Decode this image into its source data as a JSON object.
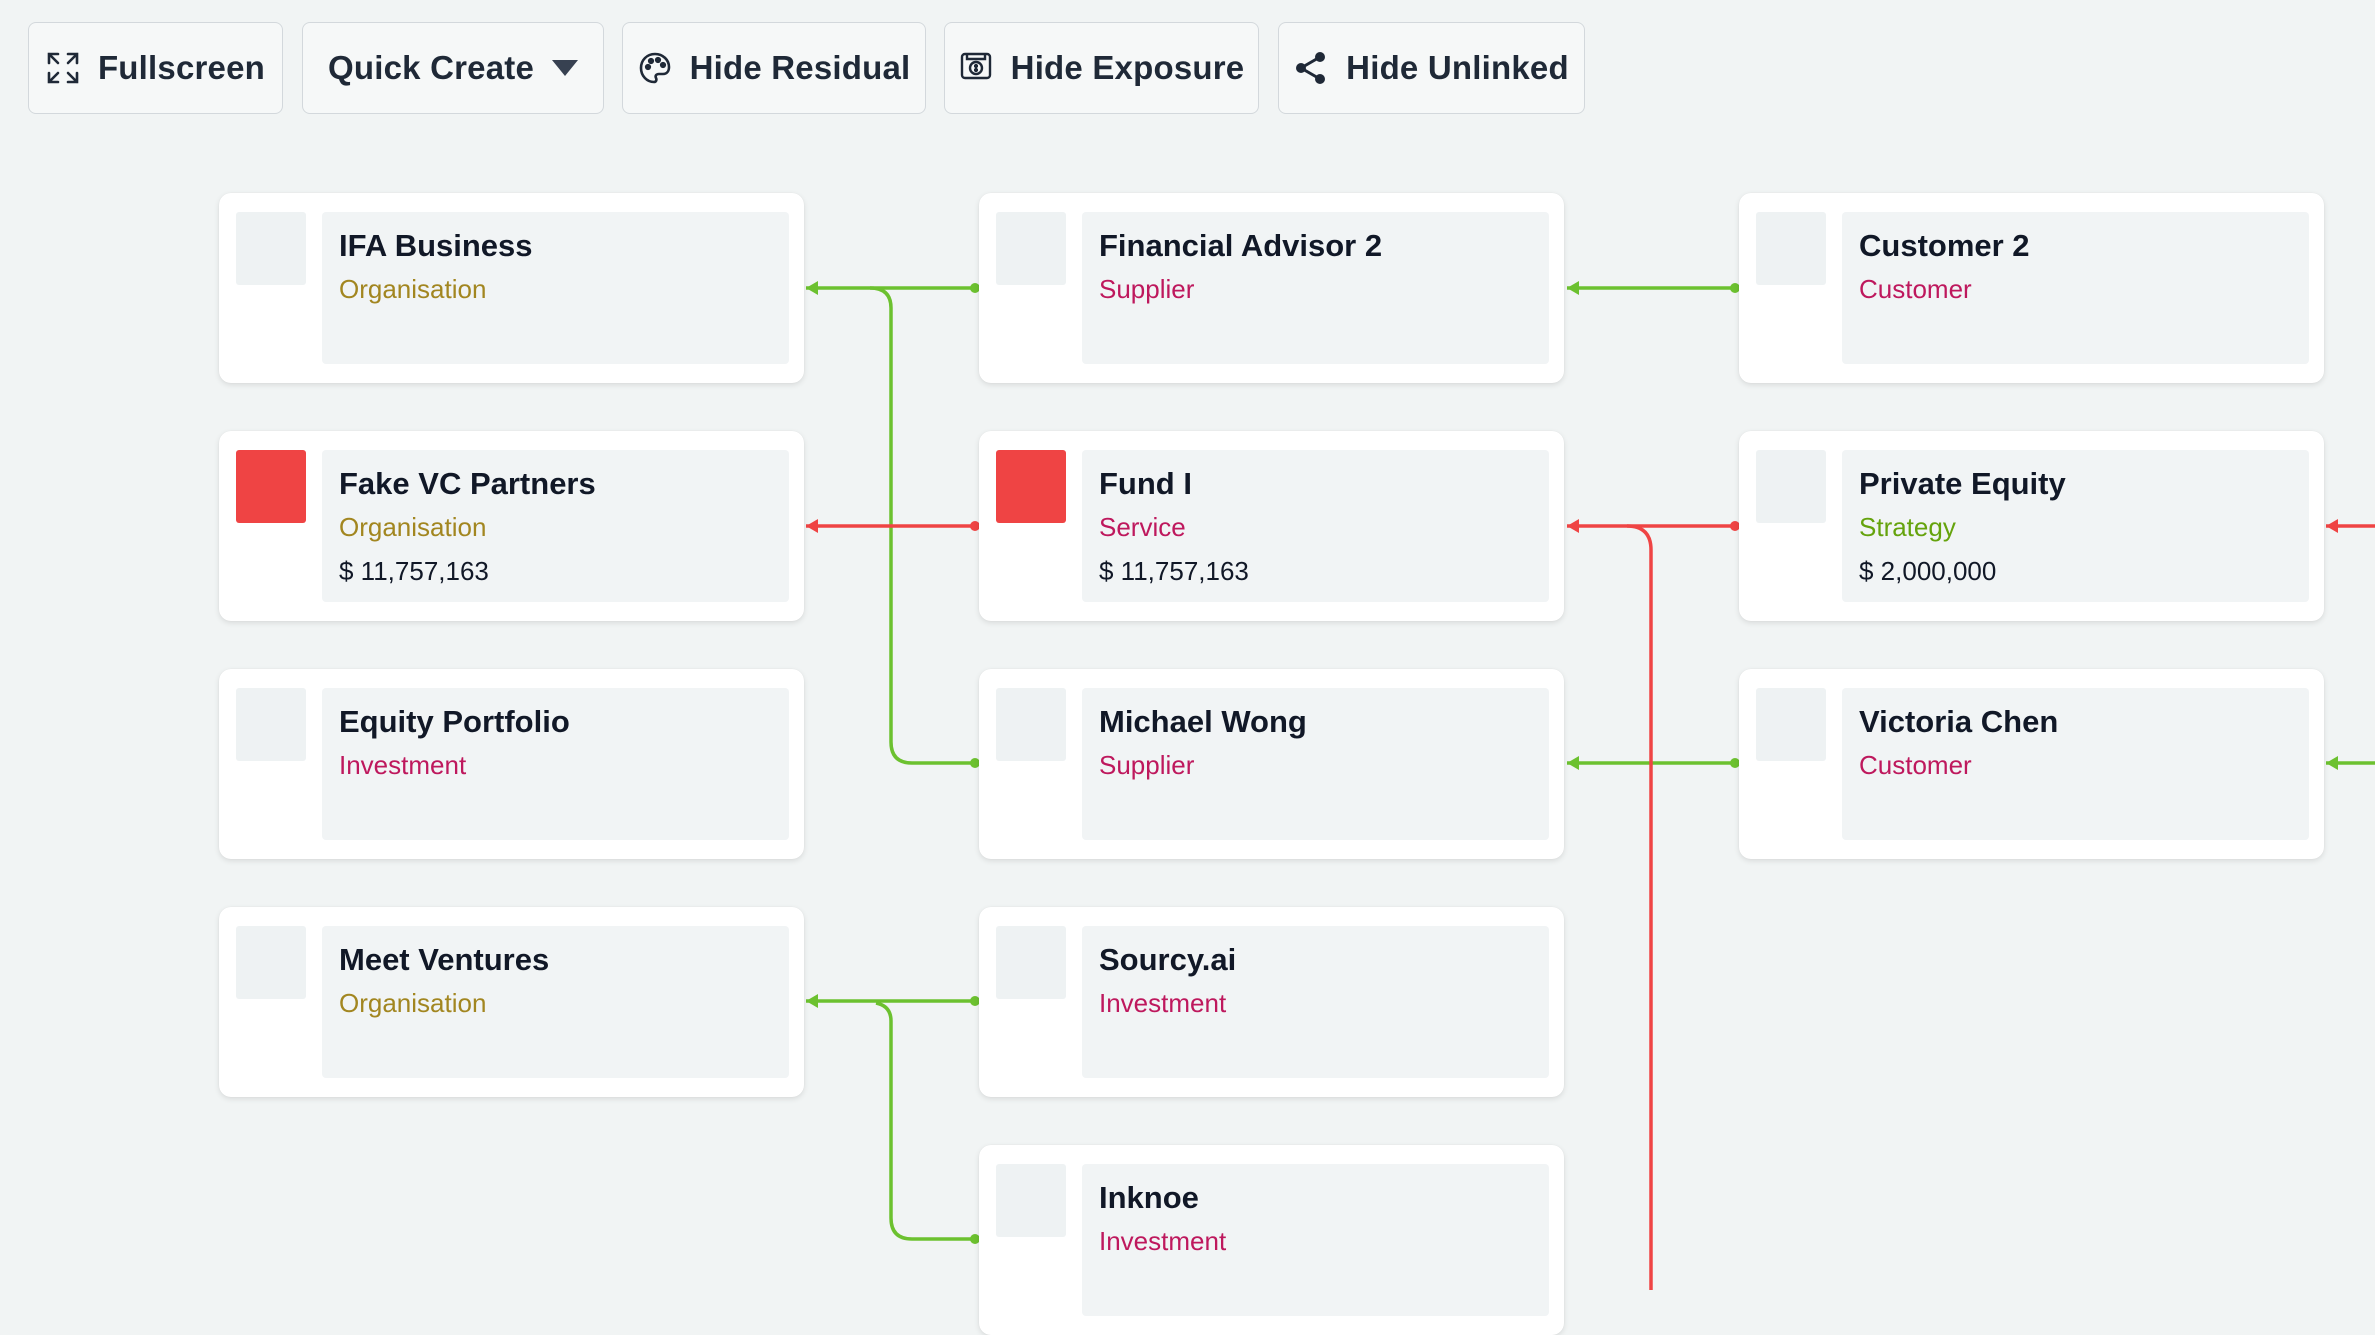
{
  "toolbar": {
    "fullscreen": {
      "label": "Fullscreen",
      "icon": "expand-icon"
    },
    "quick_create": {
      "label": "Quick Create",
      "icon": "caret-down-icon"
    },
    "hide_residual": {
      "label": "Hide Residual",
      "icon": "palette-icon"
    },
    "hide_exposure": {
      "label": "Hide Exposure",
      "icon": "money-icon"
    },
    "hide_unlinked": {
      "label": "Hide Unlinked",
      "icon": "share-icon"
    }
  },
  "colors": {
    "organisation": "#a28620",
    "supplier": "#be185d",
    "customer": "#be185d",
    "service": "#be185d",
    "investment": "#be185d",
    "strategy": "#65a30d",
    "link_green": "#6cc12f",
    "link_red": "#ef4444",
    "alert_square": "#ef4444"
  },
  "nodes": {
    "ifa_business": {
      "title": "IFA Business",
      "type": "Organisation"
    },
    "financial_advisor_2": {
      "title": "Financial Advisor 2",
      "type": "Supplier"
    },
    "customer_2": {
      "title": "Customer 2",
      "type": "Customer"
    },
    "fake_vc_partners": {
      "title": "Fake VC Partners",
      "type": "Organisation",
      "value": "$ 11,757,163"
    },
    "fund_i": {
      "title": "Fund I",
      "type": "Service",
      "value": "$ 11,757,163"
    },
    "private_equity": {
      "title": "Private Equity",
      "type": "Strategy",
      "value": "$ 2,000,000"
    },
    "equity_portfolio": {
      "title": "Equity Portfolio",
      "type": "Investment"
    },
    "michael_wong": {
      "title": "Michael Wong",
      "type": "Supplier"
    },
    "victoria_chen": {
      "title": "Victoria Chen",
      "type": "Customer"
    },
    "meet_ventures": {
      "title": "Meet Ventures",
      "type": "Organisation"
    },
    "sourcy_ai": {
      "title": "Sourcy.ai",
      "type": "Investment"
    },
    "inknoe": {
      "title": "Inknoe",
      "type": "Investment"
    }
  }
}
